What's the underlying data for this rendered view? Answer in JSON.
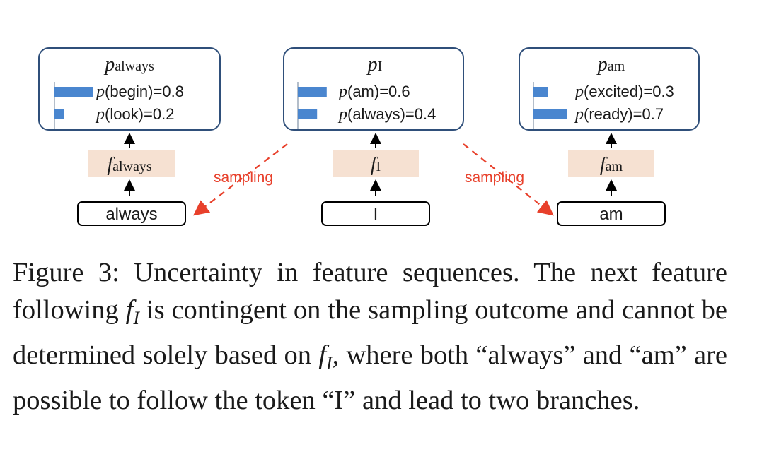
{
  "colors": {
    "box_stroke": "#2f4f7a",
    "bar_fill": "#4a86cf",
    "feature_fill": "#f6e1d2",
    "sampling_arrow": "#e8402b",
    "text": "#1a1a1a"
  },
  "panels": [
    {
      "id": "always",
      "prob_title_base": "p",
      "prob_title_sub": "always",
      "rows": [
        {
          "label": "(begin)=0.8",
          "value": 0.8
        },
        {
          "label": "(look)=0.2",
          "value": 0.2
        }
      ],
      "feature_base": "f",
      "feature_sub": "always",
      "token": "always"
    },
    {
      "id": "I",
      "prob_title_base": "p",
      "prob_title_sub": "I",
      "rows": [
        {
          "label": "(am)=0.6",
          "value": 0.6
        },
        {
          "label": "(always)=0.4",
          "value": 0.4
        }
      ],
      "feature_base": "f",
      "feature_sub": "I",
      "token": "I"
    },
    {
      "id": "am",
      "prob_title_base": "p",
      "prob_title_sub": "am",
      "rows": [
        {
          "label": "(excited)=0.3",
          "value": 0.3
        },
        {
          "label": "(ready)=0.7",
          "value": 0.7
        }
      ],
      "feature_base": "f",
      "feature_sub": "am",
      "token": "am"
    }
  ],
  "sampling_labels": [
    "sampling",
    "sampling"
  ],
  "caption": {
    "part1": "Figure 3: Uncertainty in feature sequences. The next feature following ",
    "f1_base": "f",
    "f1_sub": "I",
    "part2": " is contingent on the sampling outcome and cannot be determined solely based on ",
    "f2_base": "f",
    "f2_sub": "I",
    "part3": ", where both “always” and “am” are possible to follow the token “I” and lead to two branches."
  }
}
